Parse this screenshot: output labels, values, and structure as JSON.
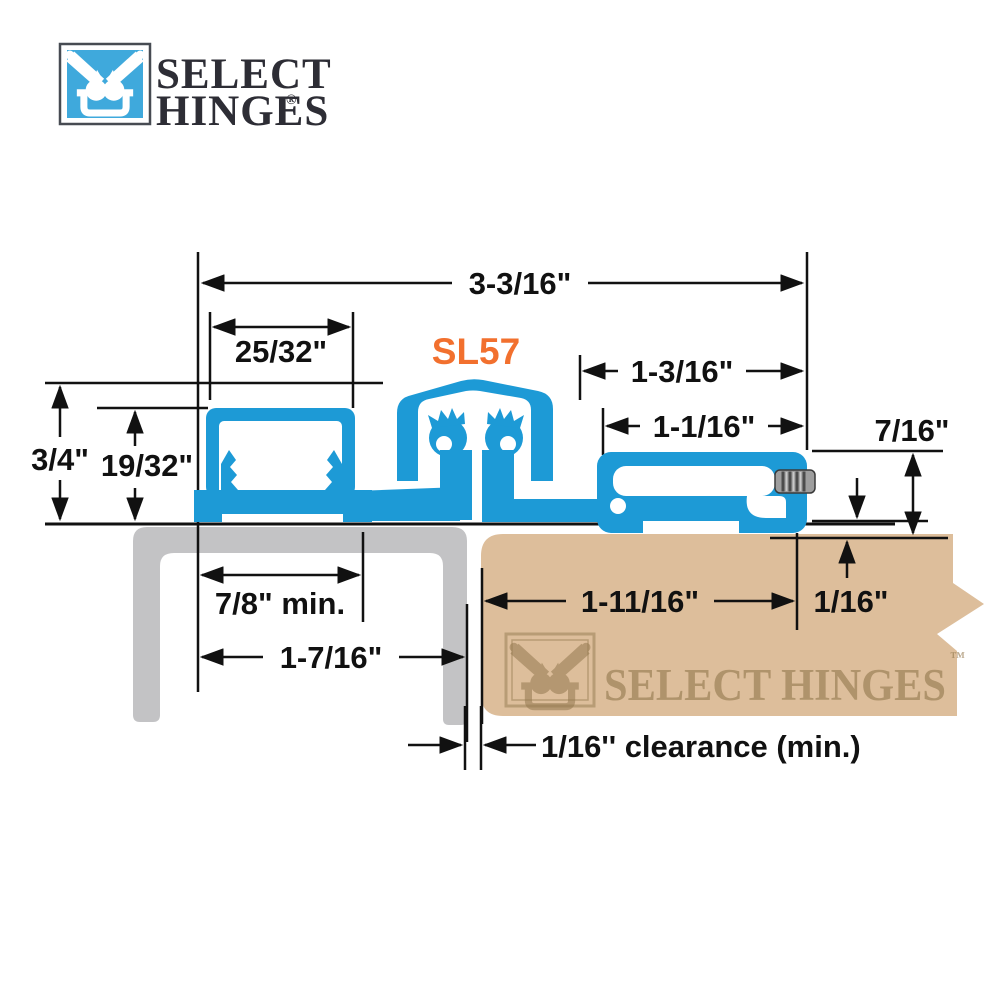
{
  "brand": {
    "name_line1": "SELECT",
    "name_line2": "HINGES",
    "registered_mark": "®",
    "logo_blue": "#3fa9dc"
  },
  "watermark": {
    "text": "SELECT HINGES",
    "trademark": "™"
  },
  "diagram": {
    "model": "SL57",
    "model_color": "#f2702e",
    "hinge_color": "#1d9ad6",
    "frame_color": "#c3c3c5",
    "door_color": "#ddbe9b",
    "dimensions": {
      "overall_width": "3-3/16\"",
      "frame_channel_top_width": "25/32\"",
      "door_leaf_outer_width": "1-3/16\"",
      "door_leaf_inner_width": "1-1/16\"",
      "door_leaf_height": "7/16\"",
      "frame_side_height": "3/4\"",
      "frame_side_inner_height": "19/32\"",
      "frame_min_depth": "7/8\" min.",
      "frame_channel_width": "1-7/16\"",
      "door_prep_width": "1-11/16\"",
      "door_face_gap": "1/16\"",
      "clearance_note": "1/16'' clearance (min.)"
    }
  }
}
